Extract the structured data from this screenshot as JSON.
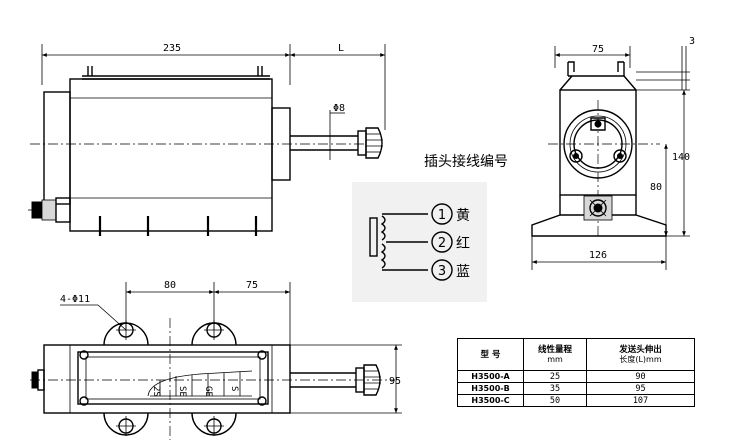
{
  "front_view": {
    "dim_length": "235",
    "dim_extension": "L",
    "dim_rod_diameter": "Φ8"
  },
  "side_view": {
    "dim_width": "75",
    "dim_offset": "3",
    "dim_height": "140",
    "dim_center_height": "80",
    "dim_base_width": "126"
  },
  "top_view": {
    "dim_hole_spacing": "80",
    "dim_hole_offset": "75",
    "dim_holes": "4-Φ11",
    "dim_height": "95",
    "scale_marks": [
      "2S",
      "SE",
      "GE",
      "S"
    ]
  },
  "wiring": {
    "title": "插头接线编号",
    "pins": [
      {
        "number": "1",
        "color": "黄"
      },
      {
        "number": "2",
        "color": "红"
      },
      {
        "number": "3",
        "color": "蓝"
      }
    ]
  },
  "spec_table": {
    "headers": {
      "model": "型 号",
      "range": "线性量程",
      "range_unit": "mm",
      "extension": "发送头伸出",
      "extension_unit": "长度(L)mm"
    },
    "rows": [
      {
        "model": "H3500-A",
        "range": "25",
        "extension": "90"
      },
      {
        "model": "H3500-B",
        "range": "35",
        "extension": "95"
      },
      {
        "model": "H3500-C",
        "range": "50",
        "extension": "107"
      }
    ]
  }
}
